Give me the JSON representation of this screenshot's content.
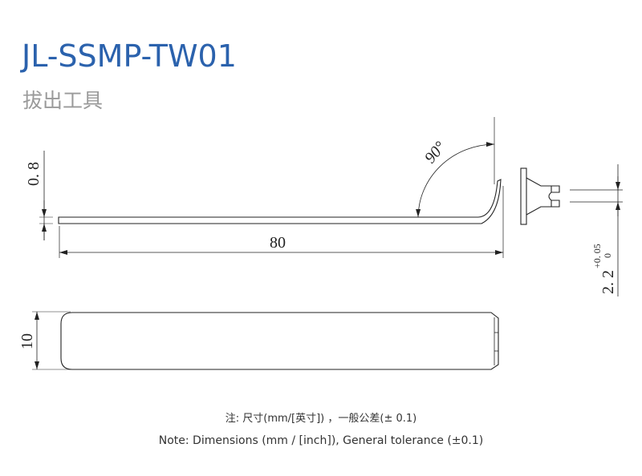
{
  "header": {
    "part_number": "JL-SSMP-TW01",
    "part_name": "拔出工具"
  },
  "drawing": {
    "dim_thickness": "0. 8",
    "dim_length": "80",
    "dim_angle": "90°",
    "dim_width": "10",
    "dim_slot": "2. 2",
    "dim_slot_tol_upper": "+0. 05",
    "dim_slot_tol_lower": "0"
  },
  "notes": {
    "cn": "注: 尺寸(mm/[英寸]) ，一般公差(± 0.1)",
    "en": "Note: Dimensions (mm / [inch]), General tolerance (±0.1)"
  },
  "colors": {
    "title": "#2b62ad",
    "subtitle": "#9a9a9a"
  }
}
